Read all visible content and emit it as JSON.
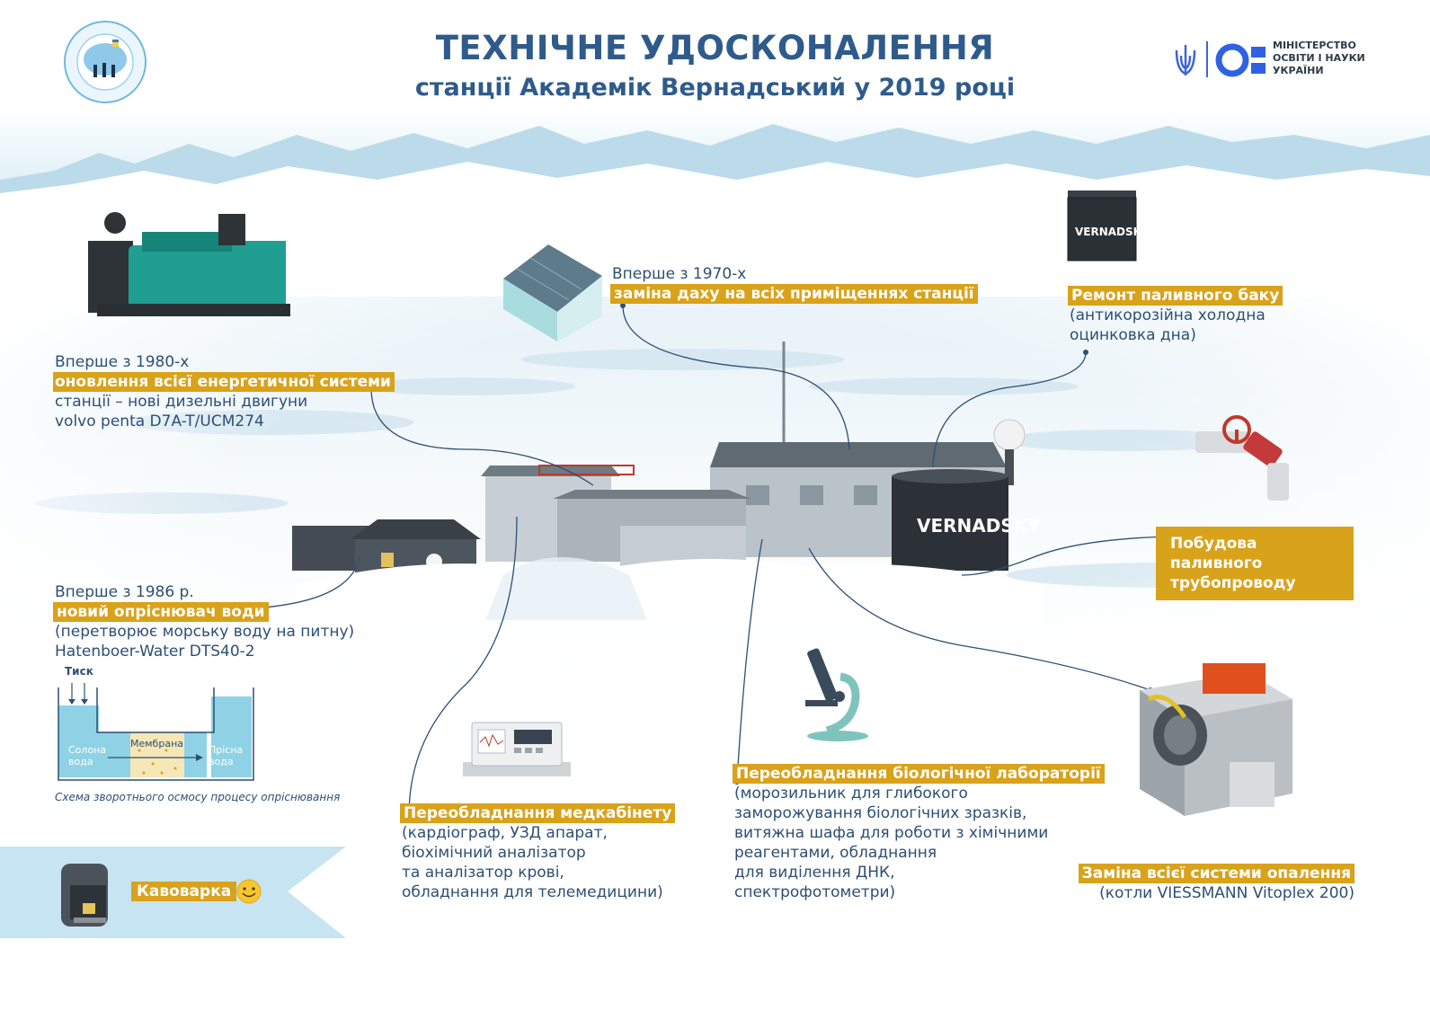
{
  "header": {
    "title": "ТЕХНІЧНЕ УДОСКОНАЛЕННЯ",
    "subtitle": "станції Академік Вернадський у 2019 році",
    "ministry_line1": "МІНІСТЕРСТВО",
    "ministry_line2": "ОСВІТИ І НАУКИ",
    "ministry_line3": "УКРАЇНИ"
  },
  "callouts": {
    "energy": {
      "lead": "Вперше з 1980-х",
      "highlight": "оновлення всієї енергетичної системи",
      "line3": "станції – нові дизельні двигуни",
      "line4": "volvo penta D7A-T/UCM274"
    },
    "roof": {
      "lead": "Вперше з 1970-х",
      "highlight": "заміна даху на всіх приміщеннях станції"
    },
    "tank": {
      "highlight": "Ремонт паливного баку",
      "line2": "(антикорозійна холодна",
      "line3": "оцинковка дна)",
      "tank_label": "VERNADSKY"
    },
    "pipeline": {
      "line1": "Побудова паливного",
      "line2": "трубопроводу"
    },
    "desalinator": {
      "lead": "Вперше з 1986 р.",
      "highlight": "новий опріснювач води",
      "line3": "(перетворює морську воду на питну)",
      "line4": "Hatenboer-Water DTS40-2"
    },
    "medical": {
      "highlight": "Переобладнання медкабінету",
      "lines": [
        "(кардіограф, УЗД апарат,",
        "біохімічний аналізатор",
        "та аналізатор крові,",
        "обладнання для телемедицини)"
      ]
    },
    "biolab": {
      "highlight": "Переобладнання біологічної лабораторії",
      "lines": [
        "(морозильник для глибокого",
        "заморожування біологічних зразків,",
        "витяжна шафа для роботи з хімічними",
        "реагентами, обладнання",
        "для виділення ДНК,",
        "спектрофотометри)"
      ]
    },
    "heating": {
      "highlight": "Заміна всієї системи опалення",
      "line2": "(котли  VIESSMANN Vitoplex 200)"
    },
    "coffee": {
      "label": "Кавоварка"
    }
  },
  "osmosis_diagram": {
    "pressure": "Тиск",
    "membrane": "Мембрана",
    "salt_water_1": "Солона",
    "salt_water_2": "вода",
    "fresh_water_1": "Прісна",
    "fresh_water_2": "вода",
    "caption": "Схема зворотнього осмосу процесу опріснювання"
  },
  "colors": {
    "title": "#2e5b8c",
    "highlight": "#d9a21b",
    "text": "#2d4f74",
    "line": "#2d4f74"
  }
}
